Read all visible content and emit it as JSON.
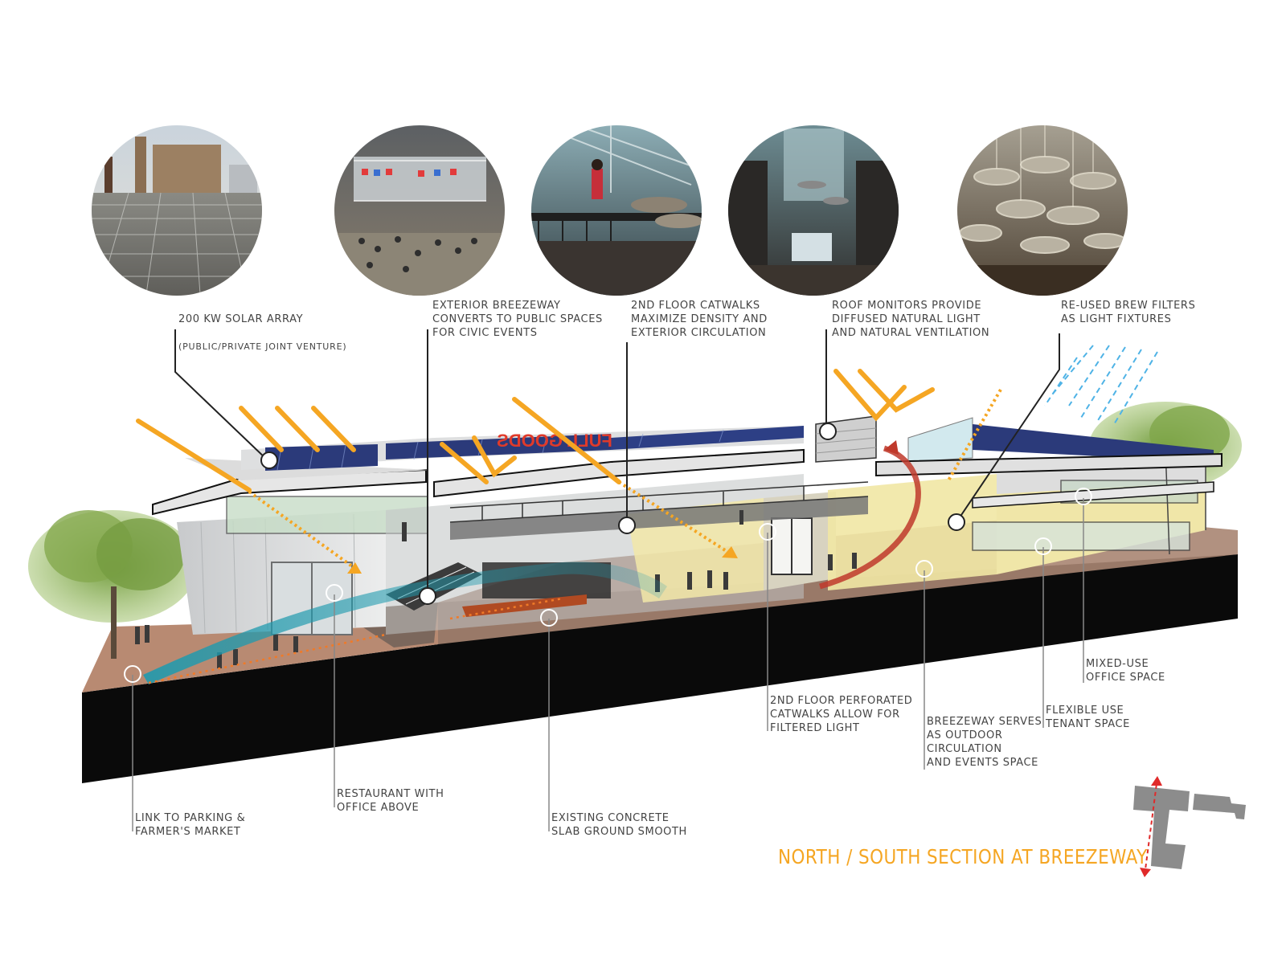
{
  "colors": {
    "accent_orange": "#F5A623",
    "sun_orange": "#F5A623",
    "label_text": "#444444",
    "leader_line": "#222222",
    "leader_line_grey": "#888888",
    "ground": "#B88A72",
    "base_black": "#0A0A0A",
    "solar_blue": "#2B3A7A",
    "airflow_red": "#C0392B",
    "airflow_teal": "#1F9AAE",
    "rain_blue": "#4FB3E6"
  },
  "sign_text": "FULL GOODS",
  "title": "NORTH / SOUTH SECTION AT BREEZEWAY",
  "photos": [
    {
      "name": "photo-solar-array",
      "subject": "rooftop solar panels with city skyline"
    },
    {
      "name": "photo-breezeway-events",
      "subject": "civic event in breezeway"
    },
    {
      "name": "photo-catwalk",
      "subject": "person on 2nd floor catwalk"
    },
    {
      "name": "photo-roof-monitors",
      "subject": "interior under roof monitors"
    },
    {
      "name": "photo-brew-filters",
      "subject": "brew filter light fixtures"
    }
  ],
  "callouts_top": [
    {
      "line1": "200 KW SOLAR ARRAY",
      "line2": "(PUBLIC/PRIVATE JOINT VENTURE)"
    },
    {
      "text": "EXTERIOR BREEZEWAY\nCONVERTS TO PUBLIC SPACES\nFOR CIVIC EVENTS"
    },
    {
      "text": "2ND FLOOR CATWALKS\nMAXIMIZE DENSITY AND\nEXTERIOR CIRCULATION"
    },
    {
      "text": "ROOF MONITORS PROVIDE\nDIFFUSED NATURAL LIGHT\nAND NATURAL VENTILATION"
    },
    {
      "text": "RE-USED BREW FILTERS\nAS LIGHT FIXTURES"
    }
  ],
  "callouts_bottom": [
    {
      "text": "LINK TO PARKING &\nFARMER'S MARKET"
    },
    {
      "text": "RESTAURANT WITH\nOFFICE ABOVE"
    },
    {
      "text": "EXISTING CONCRETE\nSLAB GROUND SMOOTH"
    },
    {
      "text": "2ND FLOOR PERFORATED\nCATWALKS ALLOW FOR\nFILTERED LIGHT"
    },
    {
      "text": "BREEZEWAY SERVES\nAS OUTDOOR\nCIRCULATION\nAND EVENTS SPACE"
    },
    {
      "text": "FLEXIBLE USE\nTENANT SPACE"
    },
    {
      "text": "MIXED-USE\nOFFICE SPACE"
    }
  ]
}
